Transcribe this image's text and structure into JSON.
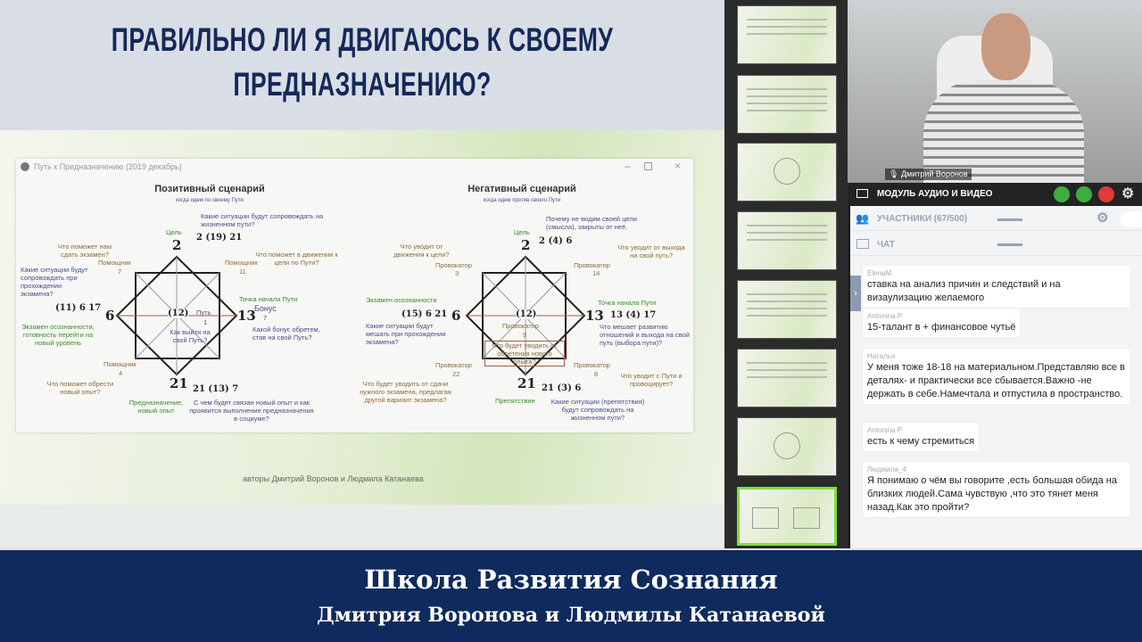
{
  "slide": {
    "title_line1": "ПРАВИЛЬНО ЛИ Я ДВИГАЮСЬ К СВОЕМУ",
    "title_line2": "ПРЕДНАЗНАЧЕНИЮ?",
    "window_title": "Путь к Предназначению (2019 декабрь)",
    "authors": "авторы Дмитрий Воронов и Людмила Катанаева",
    "positive": {
      "heading": "Позитивный сценарий",
      "sub": "когда идем по своему Пути",
      "top_num": "2",
      "top_label": "Цель",
      "top_seq": "2 (19) 21",
      "top_q": "Какие ситуации будут сопровождать на жизненном пути?",
      "left_num": "6",
      "left_seq": "(11) 6 17",
      "left_q": "Какие ситуации будут сопровождать при прохождении экзамена?",
      "left_label": "Экзамен осознанности, готовность перейти на новый уровень",
      "right_num": "13",
      "right_label": "Точка начала Пути",
      "bonus": "Бонус",
      "bonus_num": "7",
      "right_q": "Какой бонус обретем, став на свой Путь?",
      "bottom_num": "21",
      "bottom_seq": "21 (13) 7",
      "bottom_label": "Предназначение, новый опыт",
      "bottom_q": "С чем будет связан новый опыт и как проявится выполнение предназначения в социуме?",
      "center": "(12)",
      "path": "Путь",
      "path_num": "1",
      "center_q": "Как выйти на свой Путь?",
      "helper_tl": "Помощник",
      "helper_tl_num": "7",
      "helper_tl_q": "Что поможет нам сдать экзамен?",
      "helper_tr": "Помощник",
      "helper_tr_num": "11",
      "helper_tr_q": "Что поможет в движении к цели по Пути?",
      "helper_bl": "Помощник",
      "helper_bl_num": "4",
      "helper_bl_q": "Что поможет обрести новый опыт?"
    },
    "negative": {
      "heading": "Негативный сценарий",
      "sub": "когда идем против своего Пути",
      "top_num": "2",
      "top_label": "Цель",
      "top_seq": "2 (4) 6",
      "top_q": "Почему не видим своей цели (смысла), закрыты от неё.",
      "left_num": "6",
      "left_label": "Экзамен осознанности",
      "left_seq": "(15) 6 21",
      "left_q": "Какие ситуации будут мешать при прохождении экзамена?",
      "right_num": "13",
      "right_label": "Точка начала Пути",
      "right_seq": "13 (4) 17",
      "right_q": "Что мешает развитию отношений и выхода на свой путь (выбора пути)?",
      "bottom_num": "21",
      "bottom_seq": "21 (3) 6",
      "bottom_label": "Препятствие",
      "bottom_q": "Какие ситуации (препятствия) будут сопровождать на жизненном пути?",
      "center": "(12)",
      "center_label": "Провокатор",
      "center_num": "9",
      "center_q": "Что будет уводить от обретения нового опыта?",
      "prov_tl": "Провокатор",
      "prov_tl_num": "3",
      "prov_tl_q": "Что уводит от движения к цели?",
      "prov_tr": "Провокатор",
      "prov_tr_num": "14",
      "prov_tr_q": "Что уводит от выхода на свой путь?",
      "prov_bl": "Провокатор",
      "prov_bl_num": "22",
      "prov_bl_q": "Что будет уводить от сдачи нужного экзамена, предлагая другой вариант экзамена?",
      "prov_br": "Провокатор",
      "prov_br_num": "8",
      "prov_br_q": "Что уводит с Пути и провоцирует?"
    }
  },
  "video": {
    "speaker": "Дмитрий Воронов"
  },
  "module": {
    "label": "МОДУЛЬ АУДИО И ВИДЕО",
    "colors": {
      "camera": "#3dae3d",
      "mic": "#3dae3d",
      "screen": "#e03a3a"
    }
  },
  "participants": {
    "label": "УЧАСТНИКИ (67/500)"
  },
  "chat": {
    "label": "ЧАТ",
    "messages": [
      {
        "name": "ElenaM",
        "text": "ставка на анализ причин и следствий и на визаулизацию желаемого"
      },
      {
        "name": "Antonina P",
        "text": "15-талант в + финансовое чутьё"
      },
      {
        "name": "Наталья",
        "text": "У меня тоже 18-18 на материальном.Представляю все   в деталях- и практически все сбывается.Важно -не держать в себе.Намечтала и отпустила в пространство."
      },
      {
        "name": "Antonina P",
        "text": "есть к чему стремиться"
      },
      {
        "name": "Людмила_4",
        "text": "Я понимаю о чём вы говорите ,есть большая обида на близких людей.Сама чувствую ,что это тянет меня назад.Как это пройти?"
      }
    ]
  },
  "banner": {
    "line1": "Школа Развития Сознания",
    "line2": "Дмитрия Воронова и Людмилы Катанаевой"
  }
}
